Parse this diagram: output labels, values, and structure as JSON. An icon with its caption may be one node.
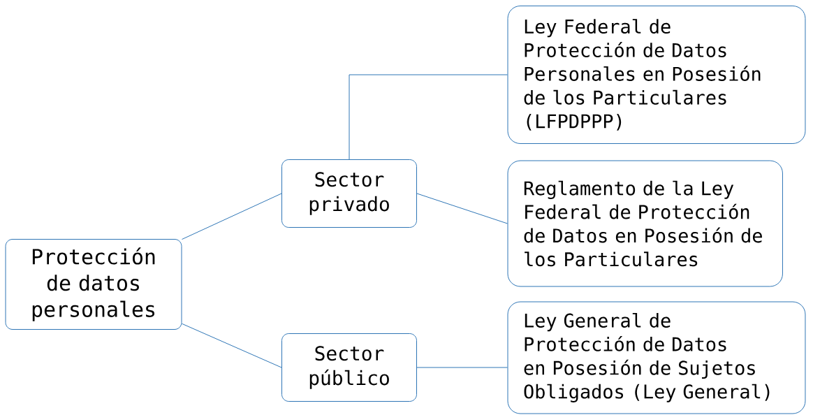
{
  "diagram": {
    "nodes": [
      {
        "text": [
          "Protección de datos personales"
        ]
      },
      {
        "text": [
          "Sector privado"
        ]
      },
      {
        "text": [
          "Sector público"
        ]
      },
      {
        "text": [
          "Ley Federal de Protección de Datos Personales en Posesión de los Particulares (LFPDPPP)"
        ]
      },
      {
        "text": [
          "Reglamento de la Ley Federal de Protección de Datos en Posesión de los Particulares"
        ]
      },
      {
        "text": [
          "Ley General de Protección de Datos en Posesión de Sujetos Obligados (Ley General)"
        ]
      }
    ],
    "edges": [
      {
        "from": 0,
        "to": 1,
        "arrow": "none"
      },
      {
        "from": 1,
        "to": 3,
        "arrow": "none"
      },
      {
        "from": 1,
        "to": 4,
        "arrow": "none"
      },
      {
        "from": 0,
        "to": 2,
        "arrow": "none"
      },
      {
        "from": 2,
        "to": 5,
        "arrow": "none"
      }
    ]
  }
}
